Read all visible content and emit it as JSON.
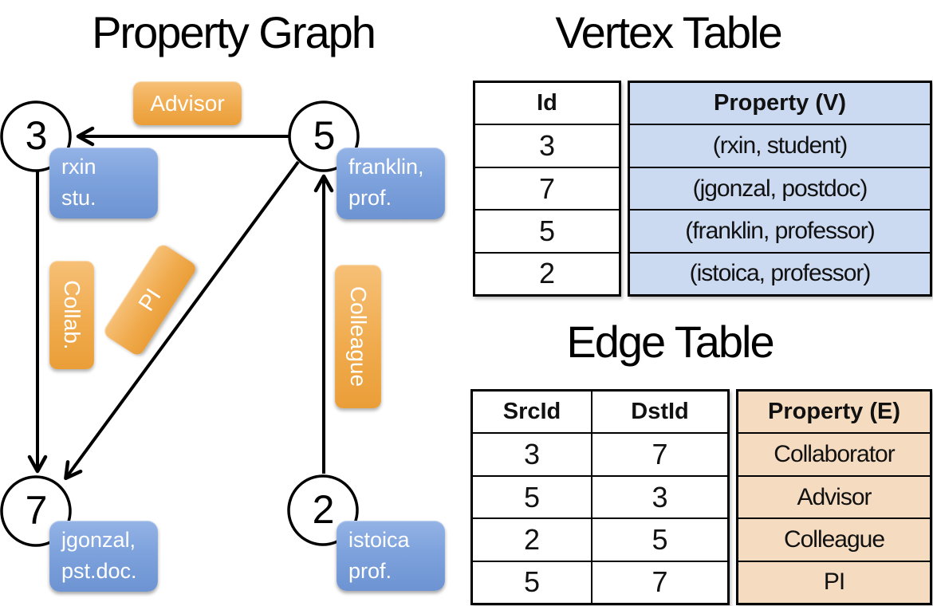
{
  "graph": {
    "title": "Property Graph",
    "nodes": [
      {
        "id": "3",
        "label_line1": "rxin",
        "label_line2": "stu."
      },
      {
        "id": "5",
        "label_line1": "franklin,",
        "label_line2": "prof."
      },
      {
        "id": "7",
        "label_line1": "jgonzal,",
        "label_line2": "pst.doc."
      },
      {
        "id": "2",
        "label_line1": "istoica",
        "label_line2": "prof."
      }
    ],
    "edges": [
      {
        "from": "5",
        "to": "3",
        "label": "Advisor"
      },
      {
        "from": "3",
        "to": "7",
        "label": "Collab."
      },
      {
        "from": "5",
        "to": "7",
        "label": "PI"
      },
      {
        "from": "2",
        "to": "5",
        "label": "Colleague"
      }
    ]
  },
  "vertex_table": {
    "title": "Vertex Table",
    "columns": [
      "Id",
      "Property (V)"
    ],
    "rows": [
      [
        "3",
        "(rxin, student)"
      ],
      [
        "7",
        "(jgonzal, postdoc)"
      ],
      [
        "5",
        "(franklin, professor)"
      ],
      [
        "2",
        "(istoica, professor)"
      ]
    ]
  },
  "edge_table": {
    "title": "Edge Table",
    "columns": [
      "SrcId",
      "DstId",
      "Property (E)"
    ],
    "rows": [
      [
        "3",
        "7",
        "Collaborator"
      ],
      [
        "5",
        "3",
        "Advisor"
      ],
      [
        "2",
        "5",
        "Colleague"
      ],
      [
        "5",
        "7",
        "PI"
      ]
    ]
  },
  "colors": {
    "node_fill": "#ffffff",
    "node_stroke": "#000000",
    "vertex_label_blue": "#7da2dc",
    "edge_label_orange": "#f0ab4e",
    "vertex_cell_blue": "#ccdaf1",
    "edge_cell_tan": "#f5dcc0"
  }
}
